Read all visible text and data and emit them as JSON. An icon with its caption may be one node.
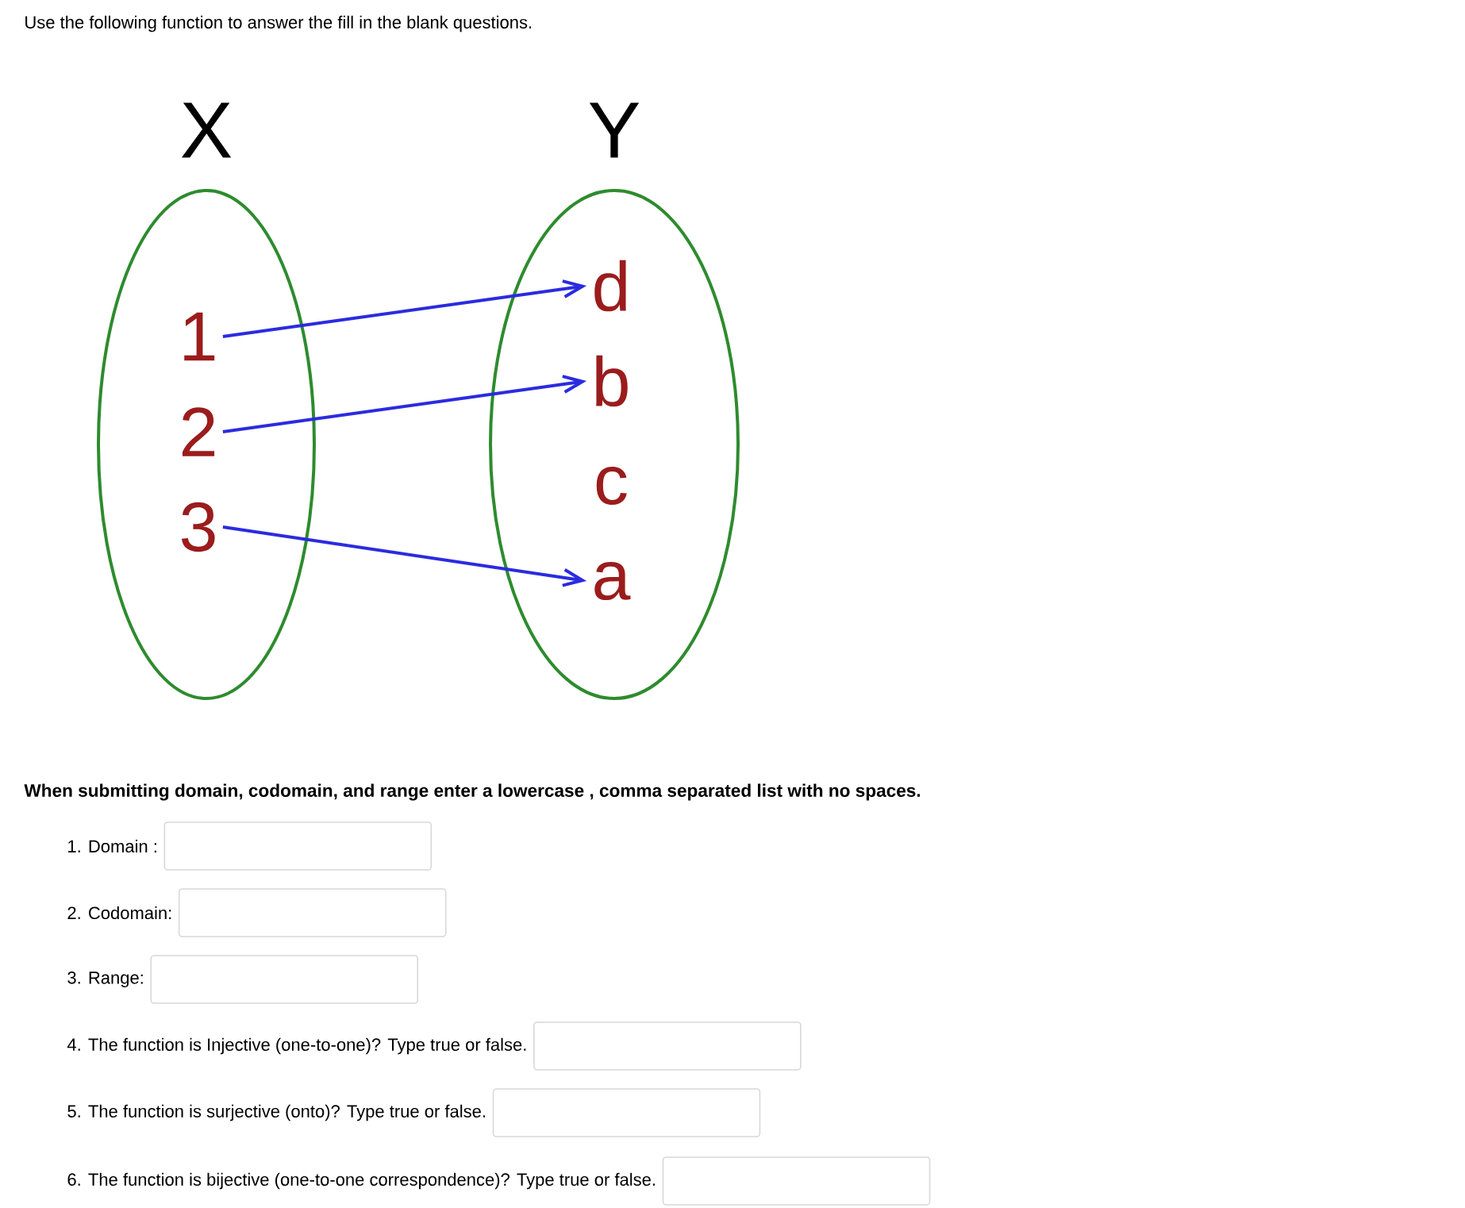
{
  "diagram": {
    "title": "Use the following function to answer the fill in the blank questions.",
    "nodes": [
      {
        "text": [
          "X"
        ]
      },
      {
        "text": [
          "1"
        ],
        "in": 0
      },
      {
        "text": [
          "2"
        ],
        "in": 0
      },
      {
        "text": [
          "3"
        ],
        "in": 0
      },
      {
        "text": [
          "Y"
        ]
      },
      {
        "text": [
          "d"
        ],
        "in": 4
      },
      {
        "text": [
          "b"
        ],
        "in": 4
      },
      {
        "text": [
          "c"
        ],
        "in": 4
      },
      {
        "text": [
          "a"
        ],
        "in": 4
      }
    ],
    "edges": [
      {
        "from": 1,
        "to": 5,
        "arrow": "to"
      },
      {
        "from": 2,
        "to": 6,
        "arrow": "to"
      },
      {
        "from": 3,
        "to": 8,
        "arrow": "to"
      }
    ],
    "labels": [
      "When submitting domain, codomain, and range enter a lowercase , comma separated list with no spaces.",
      "1. Domain :",
      "2. Codomain:",
      "3. Range:",
      "4. The function is Injective (one-to-one)? Type true or false.",
      "5. The function is surjective (onto)? Type true or false.",
      "6. The function is bijective (one-to-one correspondence)? Type true or false."
    ]
  }
}
